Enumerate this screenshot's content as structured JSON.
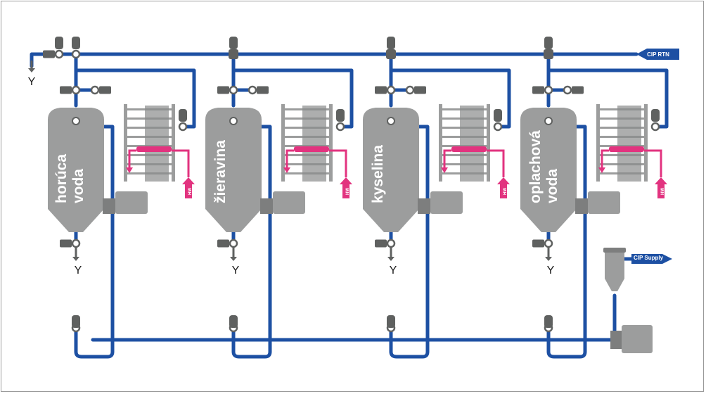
{
  "tanks": [
    {
      "lines": [
        "horúca",
        "voda"
      ],
      "drain": "Y",
      "heater_tag": "HW"
    },
    {
      "lines": [
        "žieravina"
      ],
      "drain": "Y",
      "heater_tag": "HW"
    },
    {
      "lines": [
        "kyselina"
      ],
      "drain": "Y",
      "heater_tag": "HW"
    },
    {
      "lines": [
        "oplachová",
        "voda"
      ],
      "drain": "Y",
      "heater_tag": "HW"
    }
  ],
  "return_line": {
    "label": "CIP RTN",
    "drain": "Y"
  },
  "supply_line": {
    "label": "CIP Supply"
  },
  "colors": {
    "pipe": "#1d50a3",
    "equipment": "#9c9d9d",
    "heating": "#e2337f",
    "valve_body": "#5f6160",
    "background": "#ffffff"
  }
}
